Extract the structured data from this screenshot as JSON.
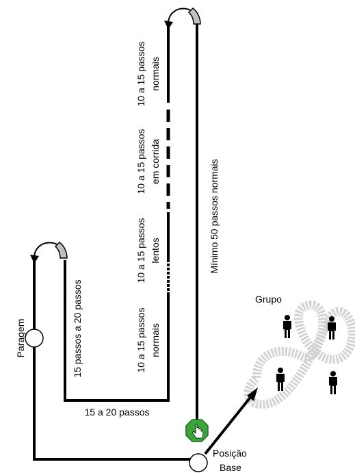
{
  "labels": {
    "paragem": "Paragem",
    "passos_15_20_vertical": "15 passos  a 20 passos",
    "passos_15_20_horizontal": "15 a 20 passos",
    "normais_1_line1": "10 a 15 passos",
    "normais_1_line2": "normais",
    "lentos_line1": "10 a 15 passos",
    "lentos_line2": "lentos",
    "corrida_line1": "10 a 15 passos",
    "corrida_line2": "em corrida",
    "normais_2_line1": "10 a 15 passos",
    "normais_2_line2": "normais",
    "minimo": "Mínimo 50 passos normais",
    "grupo": "Grupo",
    "posicao_line1": "Posição",
    "posicao_line2": "Base"
  },
  "colors": {
    "path": "#000000",
    "turn_arrow_fill": "#c0c0c0",
    "figure_eight": "#d3d3d3",
    "start_button": "#3aa53a",
    "person": "#000000"
  },
  "icons": {
    "start": "hand-pointer-icon",
    "person": "person-icon"
  }
}
